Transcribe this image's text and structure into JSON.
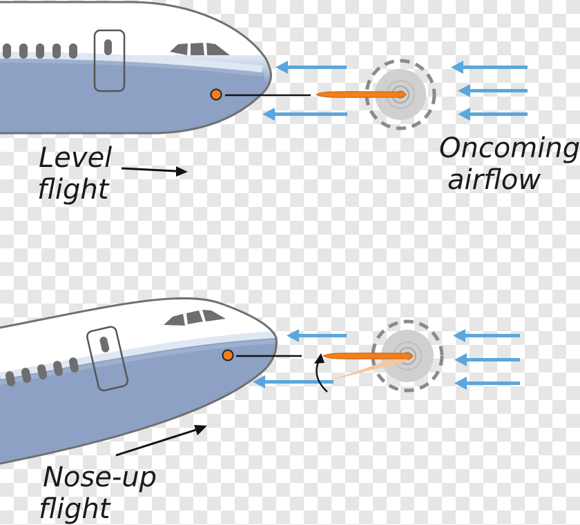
{
  "labels": {
    "level": [
      "Level",
      "flight"
    ],
    "airflow": [
      "Oncoming",
      "airflow"
    ],
    "noseup": [
      "Nose-up",
      "flight"
    ]
  },
  "colors": {
    "fuselage_upper": "#ffffff",
    "fuselage_lower": "#7f95bd",
    "outline": "#707070",
    "window": "#6e6e6e",
    "airflow_arrow": "#5aa6dd",
    "vane": "#f07f1c",
    "vane_previous": "#f4c7a0",
    "sensor_hub": "#cfcfcf",
    "sensor_ring": "#8a8a8a",
    "text": "#1a1a1a"
  },
  "icons": {
    "airflow": "arrow-left-icon",
    "direction": "arrow-right-icon",
    "rotation": "curved-arrow-up-icon",
    "sensor": "angle-of-attack-sensor-icon"
  }
}
